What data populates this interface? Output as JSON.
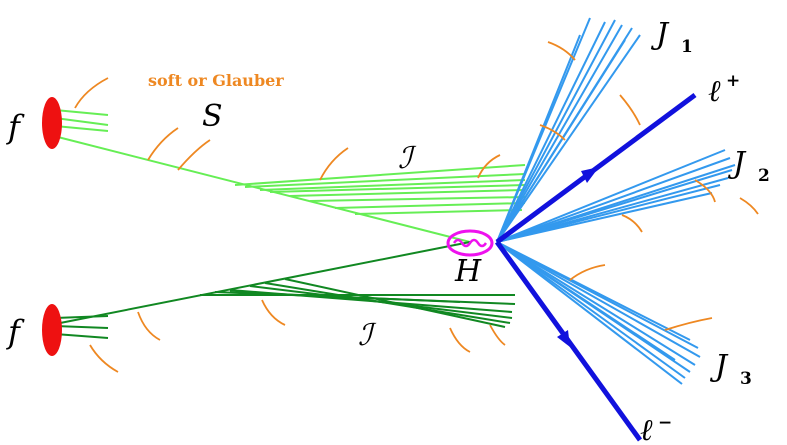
{
  "labels": {
    "soft_glauber": "soft or Glauber",
    "soft_S": "S",
    "parton_f_top": "f",
    "parton_f_bottom": "f",
    "isr_I_top": "ℐ",
    "isr_I_bottom": "ℐ",
    "hard_H": "H",
    "jet1": "J",
    "jet1_sub": "1",
    "jet2": "J",
    "jet2_sub": "2",
    "jet3": "J",
    "jet3_sub": "3",
    "lepton_plus": "ℓ",
    "lepton_plus_sup": "+",
    "lepton_minus": "ℓ",
    "lepton_minus_sup": "−"
  },
  "colors": {
    "proton": "#ee1111",
    "light_green": "#66ee55",
    "dark_green": "#118822",
    "jet_blue": "#3399ee",
    "lepton_blue": "#1111dd",
    "soft_orange": "#ee8822",
    "hard_magenta": "#ee11ee"
  }
}
